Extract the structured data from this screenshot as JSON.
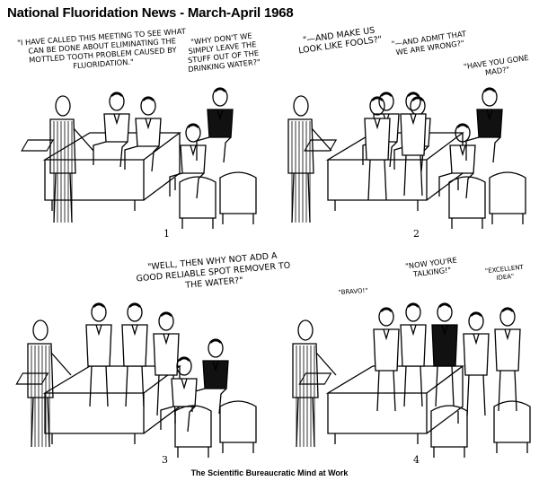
{
  "title": "National Fluoridation News - March-April 1968",
  "panels": [
    {
      "number": "1",
      "speech": [
        "\"I HAVE CALLED THIS MEETING TO SEE WHAT CAN BE DONE ABOUT ELIMINATING THE MOTTLED TOOTH PROBLEM CAUSED BY FLUORIDATION.\"",
        "\"WHY DON'T WE SIMPLY LEAVE THE STUFF OUT OF THE DRINKING WATER?\""
      ]
    },
    {
      "number": "2",
      "speech": [
        "\"—AND MAKE US LOOK LIKE FOOLS?\"",
        "\"—AND ADMIT THAT WE ARE WRONG?\"",
        "\"HAVE YOU GONE MAD?\""
      ]
    },
    {
      "number": "3",
      "speech": [
        "\"WELL, THEN WHY NOT ADD A GOOD RELIABLE SPOT REMOVER TO THE WATER?\""
      ]
    },
    {
      "number": "4",
      "speech": [
        "\"BRAVO!\"",
        "\"NOW YOU'RE TALKING!\"",
        "\"EXCELLENT IDEA\""
      ]
    }
  ],
  "caption": "The Scientific Bureaucratic Mind at Work"
}
